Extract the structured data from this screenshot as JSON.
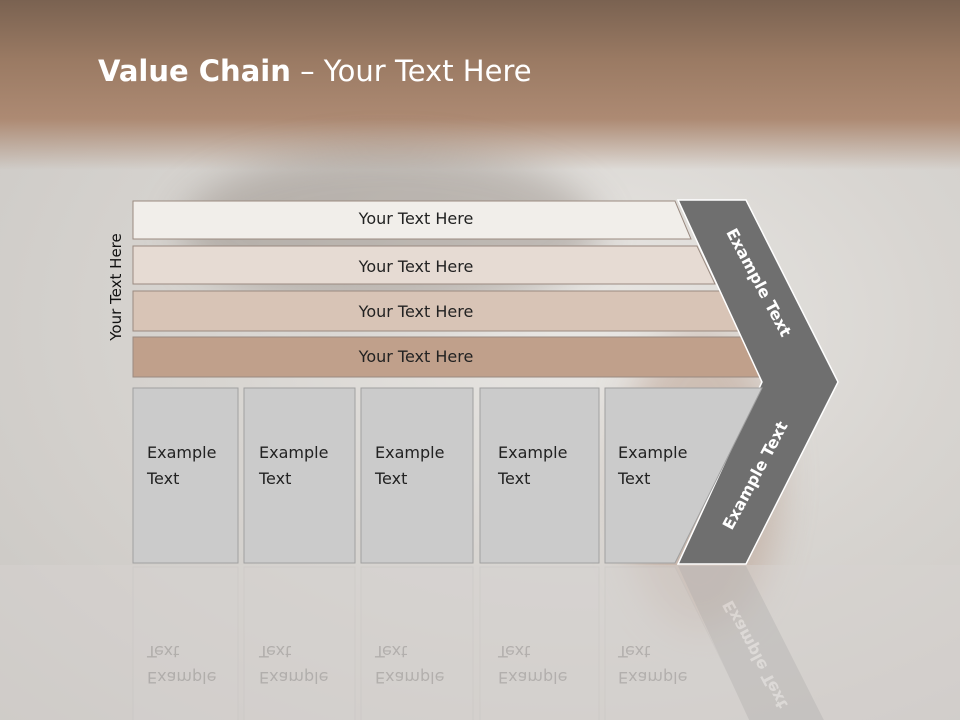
{
  "slide": {
    "title_bold": "Value Chain",
    "title_rest": " – Your Text Here",
    "vertical_label": "Your Text Here"
  },
  "bars": [
    {
      "label": "Your Text Here",
      "color": "#f1eeea"
    },
    {
      "label": "Your Text Here",
      "color": "#e6dbd3"
    },
    {
      "label": "Your Text Here",
      "color": "#d8c4b6"
    },
    {
      "label": "Your Text Here",
      "color": "#c0a08b"
    }
  ],
  "boxes": [
    {
      "line1": "Example",
      "line2": "Text"
    },
    {
      "line1": "Example",
      "line2": "Text"
    },
    {
      "line1": "Example",
      "line2": "Text"
    },
    {
      "line1": "Example",
      "line2": "Text"
    },
    {
      "line1": "Example",
      "line2": "Text"
    }
  ],
  "chevron": {
    "top_text": "Example Text",
    "bottom_text": "Example Text",
    "color": "#6f6f6f"
  },
  "colors": {
    "box_fill": "#cbcbcb",
    "box_stroke": "#a0a0a0",
    "bar_stroke": "#9a8a80"
  }
}
